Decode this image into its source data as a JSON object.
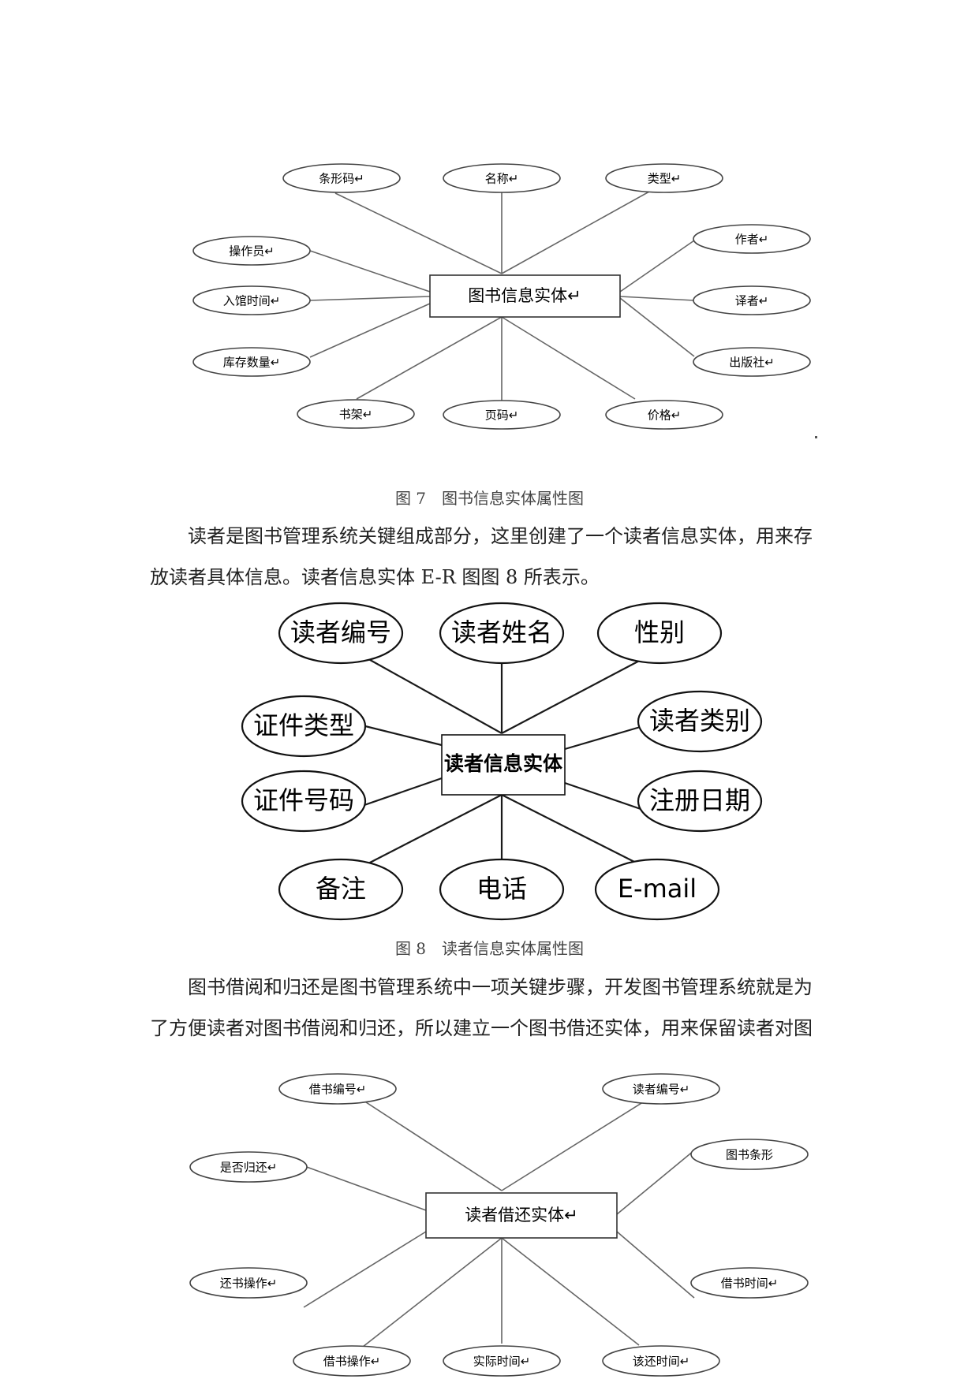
{
  "diagrams": [
    {
      "center": "图书信息实体↵",
      "attributes": [
        "条形码↵",
        "名称↵",
        "类型↵",
        "操作员↵",
        "入馆时间↵",
        "库存数量↵",
        "作者↵",
        "译者↵",
        "出版社↵",
        "书架↵",
        "页码↵",
        "价格↵"
      ]
    },
    {
      "center": "读者信息实体",
      "attributes": [
        "读者编号",
        "读者姓名",
        "性别",
        "证件类型",
        "证件号码",
        "读者类别",
        "注册日期",
        "备注",
        "电话",
        "E-mail"
      ]
    },
    {
      "center": "读者借还实体↵",
      "attributes": [
        "借书编号↵",
        "读者编号↵",
        "是否归还↵",
        "图书条形",
        "还书操作↵",
        "借书时间↵",
        "借书操作↵",
        "实际时间↵",
        "该还时间↵"
      ]
    }
  ],
  "captions": {
    "fig7": "图 7　图书信息实体属性图",
    "fig8": "图 8　读者信息实体属性图"
  },
  "paragraphs": {
    "p1": "读者是图书管理系统关键组成部分，这里创建了一个读者信息实体，用来存放读者具体信息。读者信息实体 E-R 图图 8 所表示。",
    "p2": "图书借阅和归还是图书管理系统中一项关键步骤，开发图书管理系统就是为了方便读者对图书借阅和归还，所以建立一个图书借还实体，用来保留读者对图"
  }
}
